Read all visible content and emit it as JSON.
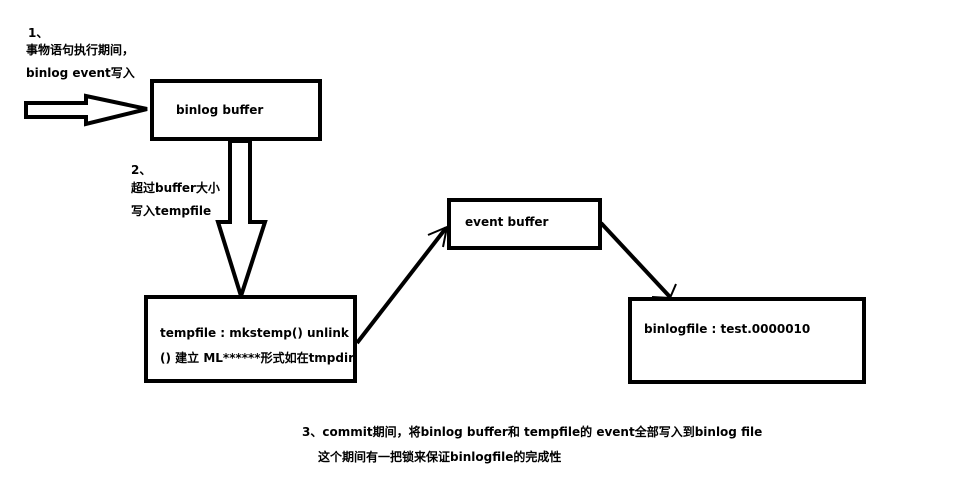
{
  "step1": {
    "number": "1、",
    "line1": "事物语句执行期间，",
    "line2": "binlog event写入"
  },
  "step2": {
    "number": "2、",
    "line1": "超过buffer大小",
    "line2": "写入tempfile"
  },
  "step3": {
    "line1": "3、commit期间，将binlog buffer和 tempfile的 event全部写入到binlog file",
    "line2": "这个期间有一把锁来保证binlogfile的完成性"
  },
  "boxes": {
    "binlog_buffer": "binlog buffer",
    "event_buffer": "event buffer",
    "tempfile_line1": "tempfile : mkstemp() unlink",
    "tempfile_line2": "() 建立  ML******形式如在tmpdir",
    "binlogfile": "binlogfile : test.0000010"
  }
}
